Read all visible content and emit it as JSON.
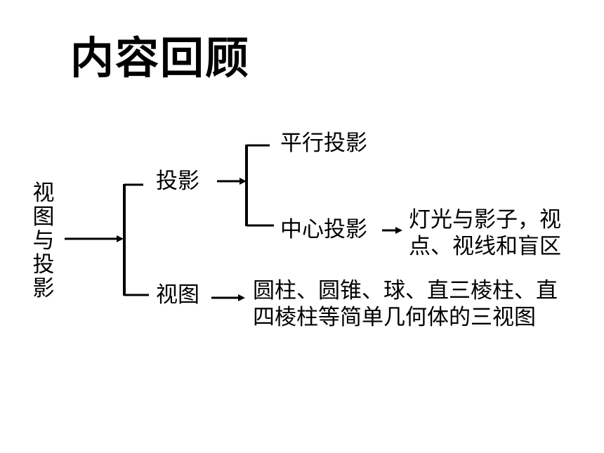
{
  "title": "内容回顾",
  "root": "视图与投影",
  "projection": {
    "label": "投影",
    "parallel": "平行投影",
    "central": "中心投影",
    "central_desc_line1": "灯光与影子，视",
    "central_desc_line2": "点、视线和盲区"
  },
  "view": {
    "label": "视图",
    "desc_line1": "圆柱、圆锥、球、直三棱柱、直",
    "desc_line2": "四棱柱等简单几何体的三视图"
  }
}
